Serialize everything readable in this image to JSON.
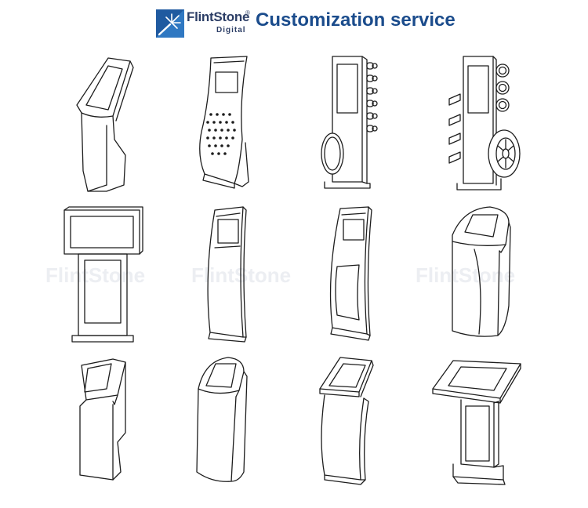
{
  "header": {
    "brand_name": "FlintStone",
    "brand_registered": "®",
    "brand_sub": "Digital",
    "title": "Customization service",
    "brand_color": "#2c3e66",
    "title_color": "#1b4c8c",
    "logo_icon": "flintstone-logo-icon"
  },
  "watermark": {
    "text": "FlintStone"
  },
  "kiosks": [
    {
      "row": 1,
      "col": 1,
      "icon": "kiosk-slanted-screen-icon"
    },
    {
      "row": 1,
      "col": 2,
      "icon": "kiosk-keypad-wave-icon"
    },
    {
      "row": 1,
      "col": 3,
      "icon": "kiosk-phone-display-icon"
    },
    {
      "row": 1,
      "col": 4,
      "icon": "kiosk-tire-display-icon"
    },
    {
      "row": 2,
      "col": 1,
      "icon": "kiosk-dual-screen-icon"
    },
    {
      "row": 2,
      "col": 2,
      "icon": "kiosk-curved-tall-icon"
    },
    {
      "row": 2,
      "col": 3,
      "icon": "kiosk-curved-dual-screen-icon"
    },
    {
      "row": 2,
      "col": 4,
      "icon": "kiosk-rounded-cylinder-icon"
    },
    {
      "row": 3,
      "col": 1,
      "icon": "kiosk-tower-icon"
    },
    {
      "row": 3,
      "col": 2,
      "icon": "kiosk-rounded-tower-icon"
    },
    {
      "row": 3,
      "col": 3,
      "icon": "kiosk-curved-stand-icon"
    },
    {
      "row": 3,
      "col": 4,
      "icon": "kiosk-lectern-icon"
    }
  ]
}
